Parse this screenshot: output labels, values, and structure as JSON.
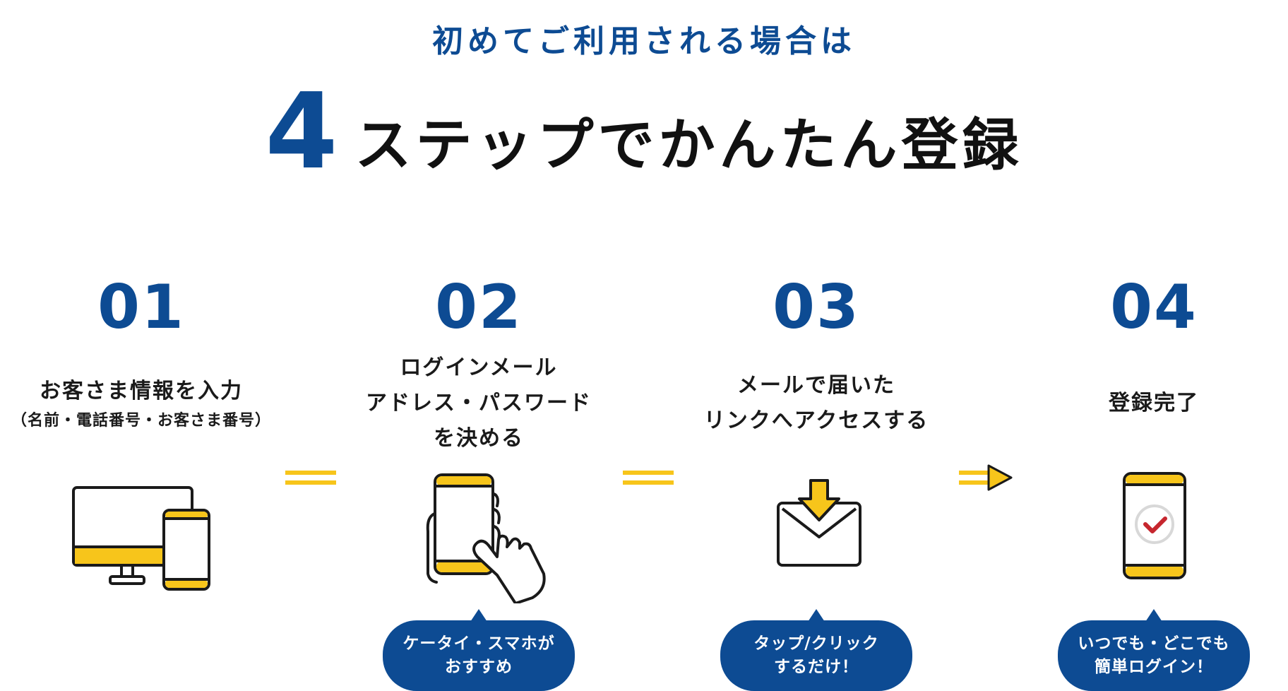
{
  "header": {
    "subtitle": "初めてご利用される場合は",
    "step_count": "4",
    "headline": "ステップでかんたん登録"
  },
  "steps": [
    {
      "num": "01",
      "title_lines": [
        "お客さま情報を入力"
      ],
      "sub": "（名前・電話番号・お客さま番号）",
      "illustration_icon": "desktop-and-phone-icon"
    },
    {
      "num": "02",
      "title_lines": [
        "ログインメール",
        "アドレス・パスワード",
        "を決める"
      ],
      "illustration_icon": "phone-tap-icon",
      "bubble": [
        "ケータイ・スマホが",
        "おすすめ"
      ]
    },
    {
      "num": "03",
      "title_lines": [
        "メールで届いた",
        "リンクへアクセスする"
      ],
      "illustration_icon": "mail-download-icon",
      "bubble": [
        "タップ/クリック",
        "するだけ！"
      ]
    },
    {
      "num": "04",
      "title_lines": [
        "登録完了"
      ],
      "illustration_icon": "phone-check-icon",
      "bubble": [
        "いつでも・どこでも",
        "簡単ログイン！"
      ]
    }
  ],
  "colors": {
    "brand_blue": "#0d4b93",
    "accent_yellow": "#f7c51b",
    "outline": "#1a1a1a",
    "check_red": "#c6262e"
  }
}
